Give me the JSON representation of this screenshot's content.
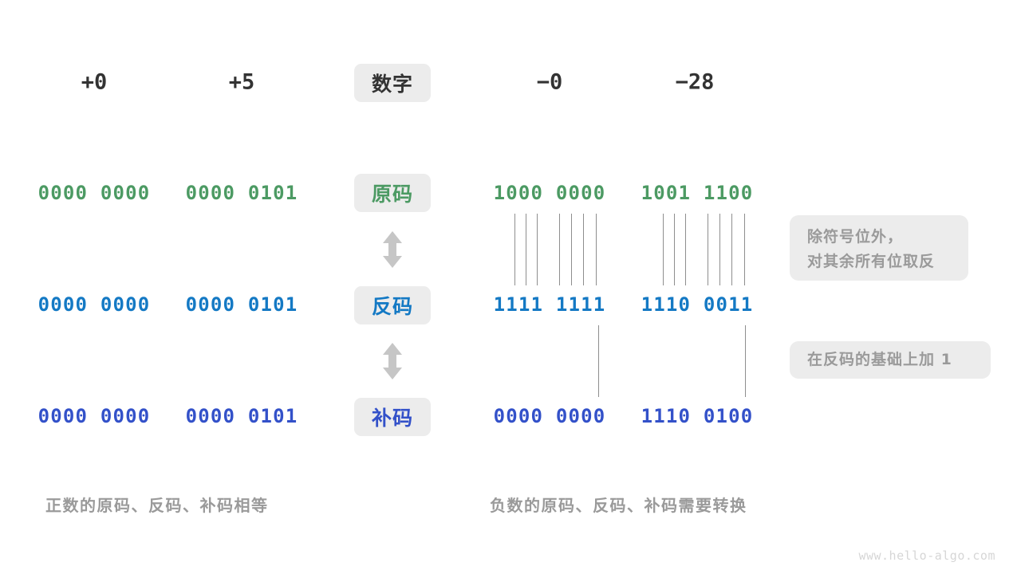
{
  "watermark": "www.hello-algo.com",
  "colors": {
    "sign_magnitude": "#4c9a63",
    "ones_complement": "#1479c4",
    "twos_complement": "#3351c9",
    "chip_bg": "#ececec",
    "muted_text": "#9a9a9a",
    "line": "#8e8e8e",
    "header_text": "#333333"
  },
  "row_labels": {
    "header": "数字",
    "sign_magnitude": "原码",
    "ones_complement": "反码",
    "twos_complement": "补码"
  },
  "columns": [
    {
      "header": "+0",
      "sign_magnitude": "0000 0000",
      "ones_complement": "0000 0000",
      "twos_complement": "0000 0000"
    },
    {
      "header": "+5",
      "sign_magnitude": "0000 0101",
      "ones_complement": "0000 0101",
      "twos_complement": "0000 0101"
    },
    {
      "header": "−0",
      "sign_magnitude": "1000 0000",
      "ones_complement": "1111 1111",
      "twos_complement": "0000 0000"
    },
    {
      "header": "−28",
      "sign_magnitude": "1001 1100",
      "ones_complement": "1110 0011",
      "twos_complement": "1110 0100"
    }
  ],
  "annotations": [
    {
      "text": "除符号位外，\n对其余所有位取反"
    },
    {
      "text": "在反码的基础上加  1"
    }
  ],
  "captions": [
    {
      "text": "正数的原码、反码、补码相等"
    },
    {
      "text": "负数的原码、反码、补码需要转换"
    }
  ],
  "icons": {
    "transform_arrow": "double-arrow-vertical"
  }
}
